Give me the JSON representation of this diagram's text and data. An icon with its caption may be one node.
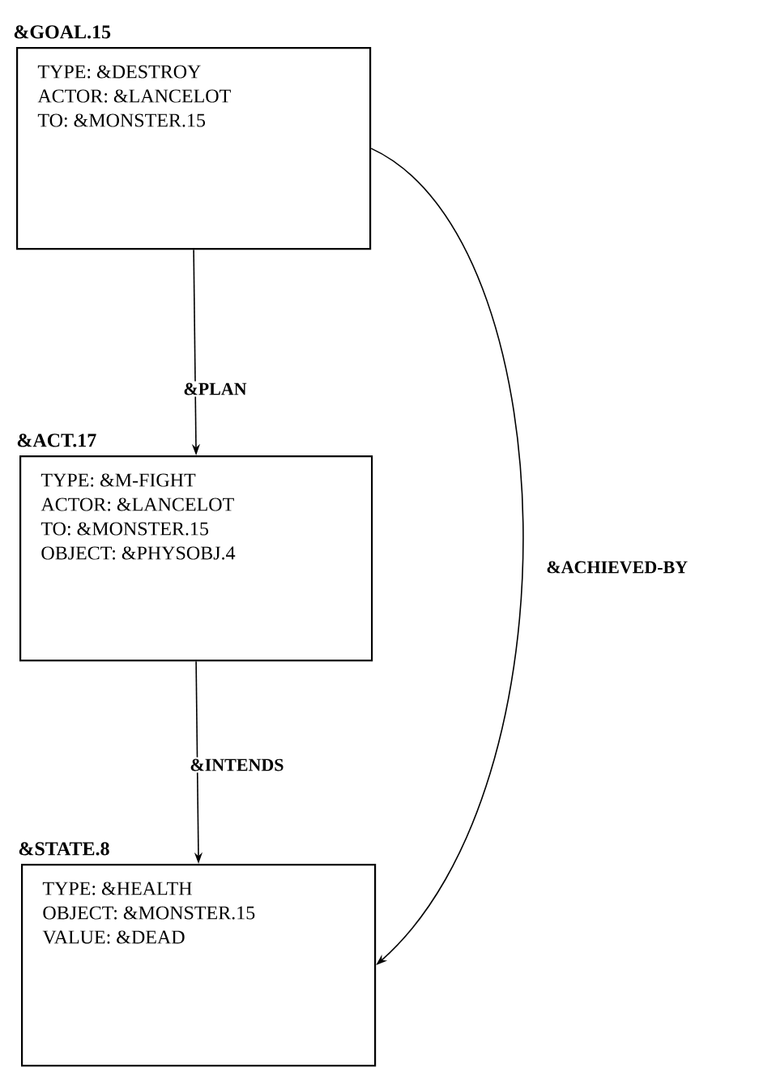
{
  "diagram": {
    "nodes": [
      {
        "text": [
          "&GOAL.15",
          "TYPE: &DESTROY",
          "ACTOR: &LANCELOT",
          "TO: &MONSTER.15"
        ]
      },
      {
        "text": [
          "&ACT.17",
          "TYPE: &M-FIGHT",
          "ACTOR: &LANCELOT",
          "TO: &MONSTER.15",
          "OBJECT: &PHYSOBJ.4"
        ]
      },
      {
        "text": [
          "&STATE.8",
          "TYPE: &HEALTH",
          "OBJECT: &MONSTER.15",
          "VALUE: &DEAD"
        ]
      }
    ],
    "edges": [
      {
        "from": 0,
        "to": 1,
        "arrow": "to",
        "label": "&PLAN"
      },
      {
        "from": 1,
        "to": 2,
        "arrow": "to",
        "label": "&INTENDS"
      },
      {
        "from": 0,
        "to": 2,
        "arrow": "to",
        "label": "&ACHIEVED-BY"
      }
    ]
  }
}
